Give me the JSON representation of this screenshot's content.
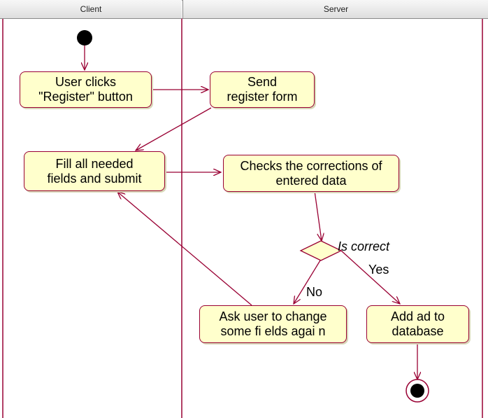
{
  "swimlanes": {
    "client": "Client",
    "server": "Server"
  },
  "activities": {
    "user_clicks_register": "User clicks\n\"Register\" button",
    "send_register_form": "Send\nregister form",
    "fill_fields_submit": "Fill all needed\nfields and submit",
    "check_corrections": "Checks the corrections of\nentered data",
    "ask_change_fields": "Ask user to change\nsome fi elds agai n",
    "add_to_database": "Add ad to\ndatabase"
  },
  "decision": {
    "label": "Is correct",
    "no_label": "No",
    "yes_label": "Yes"
  },
  "colors": {
    "border": "#990033",
    "activity_fill": "#ffffcc",
    "lane_line": "#990033"
  }
}
